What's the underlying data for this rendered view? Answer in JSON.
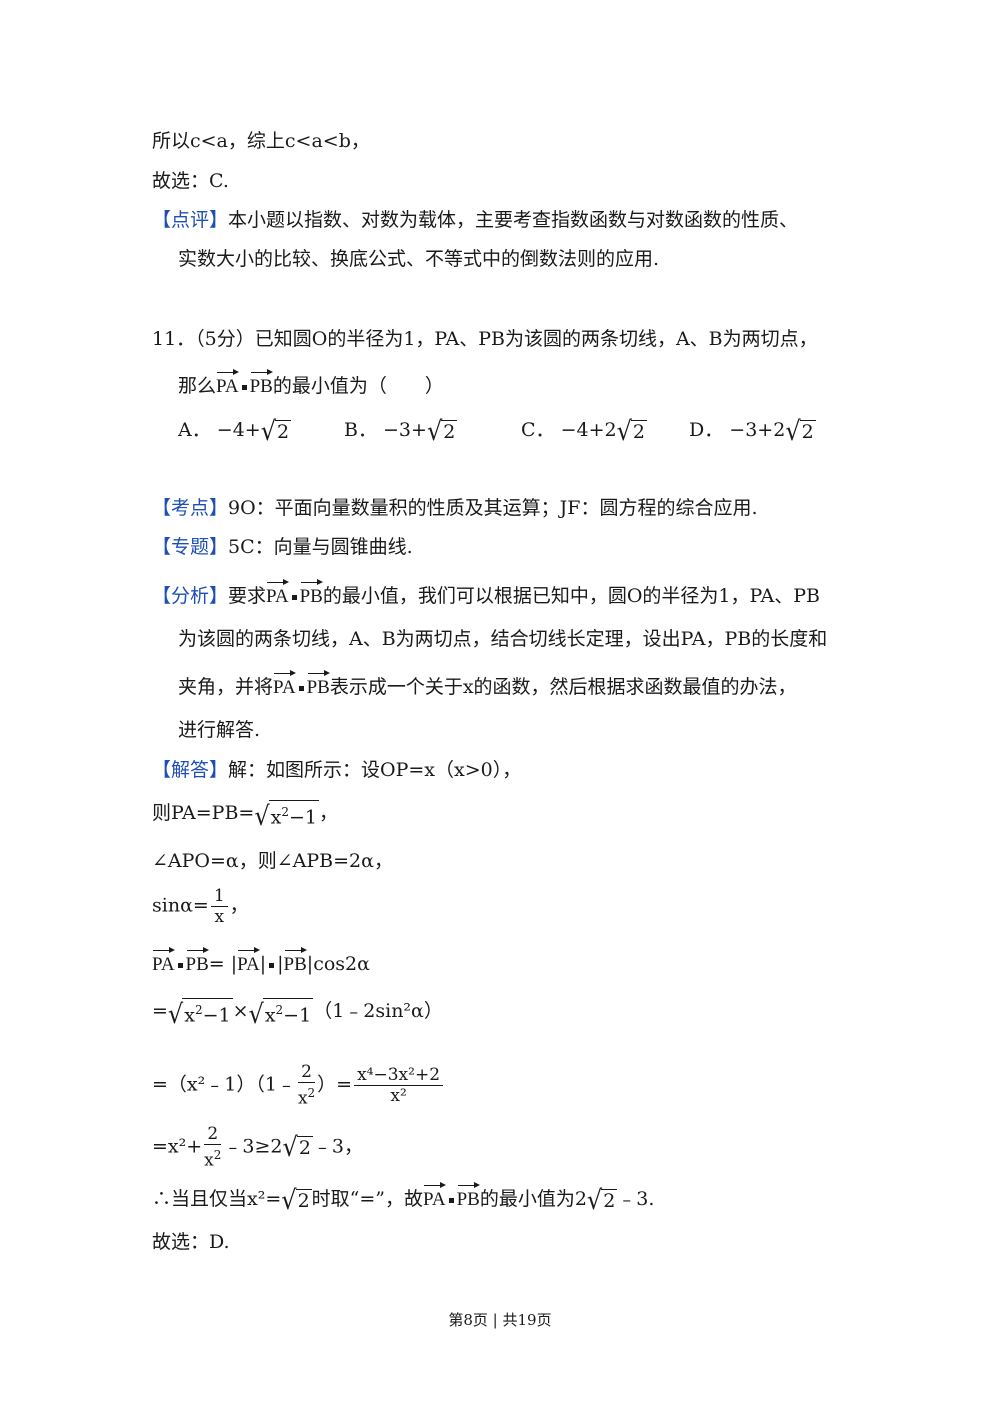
{
  "prev": {
    "line1": "所以c<a，综上c<a<b，",
    "choice": "故选：C.",
    "comment_tag": "【点评】",
    "comment_1": "本小题以指数、对数为载体，主要考查指数函数与对数函数的性质、",
    "comment_2": "实数大小的比较、换底公式、不等式中的倒数法则的应用."
  },
  "q": {
    "head": "11．（5分）已知圆O的半径为1，PA、PB为该圆的两条切线，A、B为两切点，",
    "stem_a": "那么",
    "stem_b": "的最小值为（　　）",
    "vec_pa": "PA",
    "vec_pb": "PB",
    "options": [
      {
        "label": "A．",
        "pre": "−4+",
        "rad": "2"
      },
      {
        "label": "B．",
        "pre": "−3+",
        "rad": "2"
      },
      {
        "label": "C．",
        "pre": "−4+2",
        "rad": "2"
      },
      {
        "label": "D．",
        "pre": "−3+2",
        "rad": "2"
      }
    ]
  },
  "kaodian": {
    "tag": "【考点】",
    "text": "9O：平面向量数量积的性质及其运算；JF：圆方程的综合应用."
  },
  "zhuanti": {
    "tag": "【专题】",
    "text": "5C：向量与圆锥曲线."
  },
  "fenxi": {
    "tag": "【分析】",
    "a1": "要求",
    "a2": "的最小值，我们可以根据已知中，圆O的半径为1，PA、PB",
    "line2": "为该圆的两条切线，A、B为两切点，结合切线长定理，设出PA，PB的长度和",
    "b1": "夹角，并将",
    "b2": "表示成一个关于x的函数，然后根据求函数最值的办法，",
    "line4": "进行解答."
  },
  "jieda": {
    "tag": "【解答】",
    "l1": "解：如图所示：设OP=x（x>0），",
    "l2a": "则PA=PB=",
    "l2b": "，",
    "l3": "∠APO=α，则∠APB=2α，",
    "l4a": "sinα=",
    "l4n": "1",
    "l4d": "x",
    "l4b": "，",
    "l5a": "=",
    "l5b": "cos2α",
    "l6a": "=",
    "l6x": "×",
    "l6b": "（1﹣2sin²α）",
    "l7a": "=（x²﹣1）（1﹣",
    "l7b": "）=",
    "l7num": "x⁴−3x²+2",
    "l7den": "x²",
    "l8a": "=x²+",
    "l8b": "﹣3≥2",
    "l8c": "﹣3，",
    "l9a": "∴当且仅当x²=",
    "l9b": "时取“=”，故",
    "l9c": "的最小值为2",
    "l9d": "﹣3.",
    "final": "故选：D."
  },
  "footer": "第8页 | 共19页"
}
